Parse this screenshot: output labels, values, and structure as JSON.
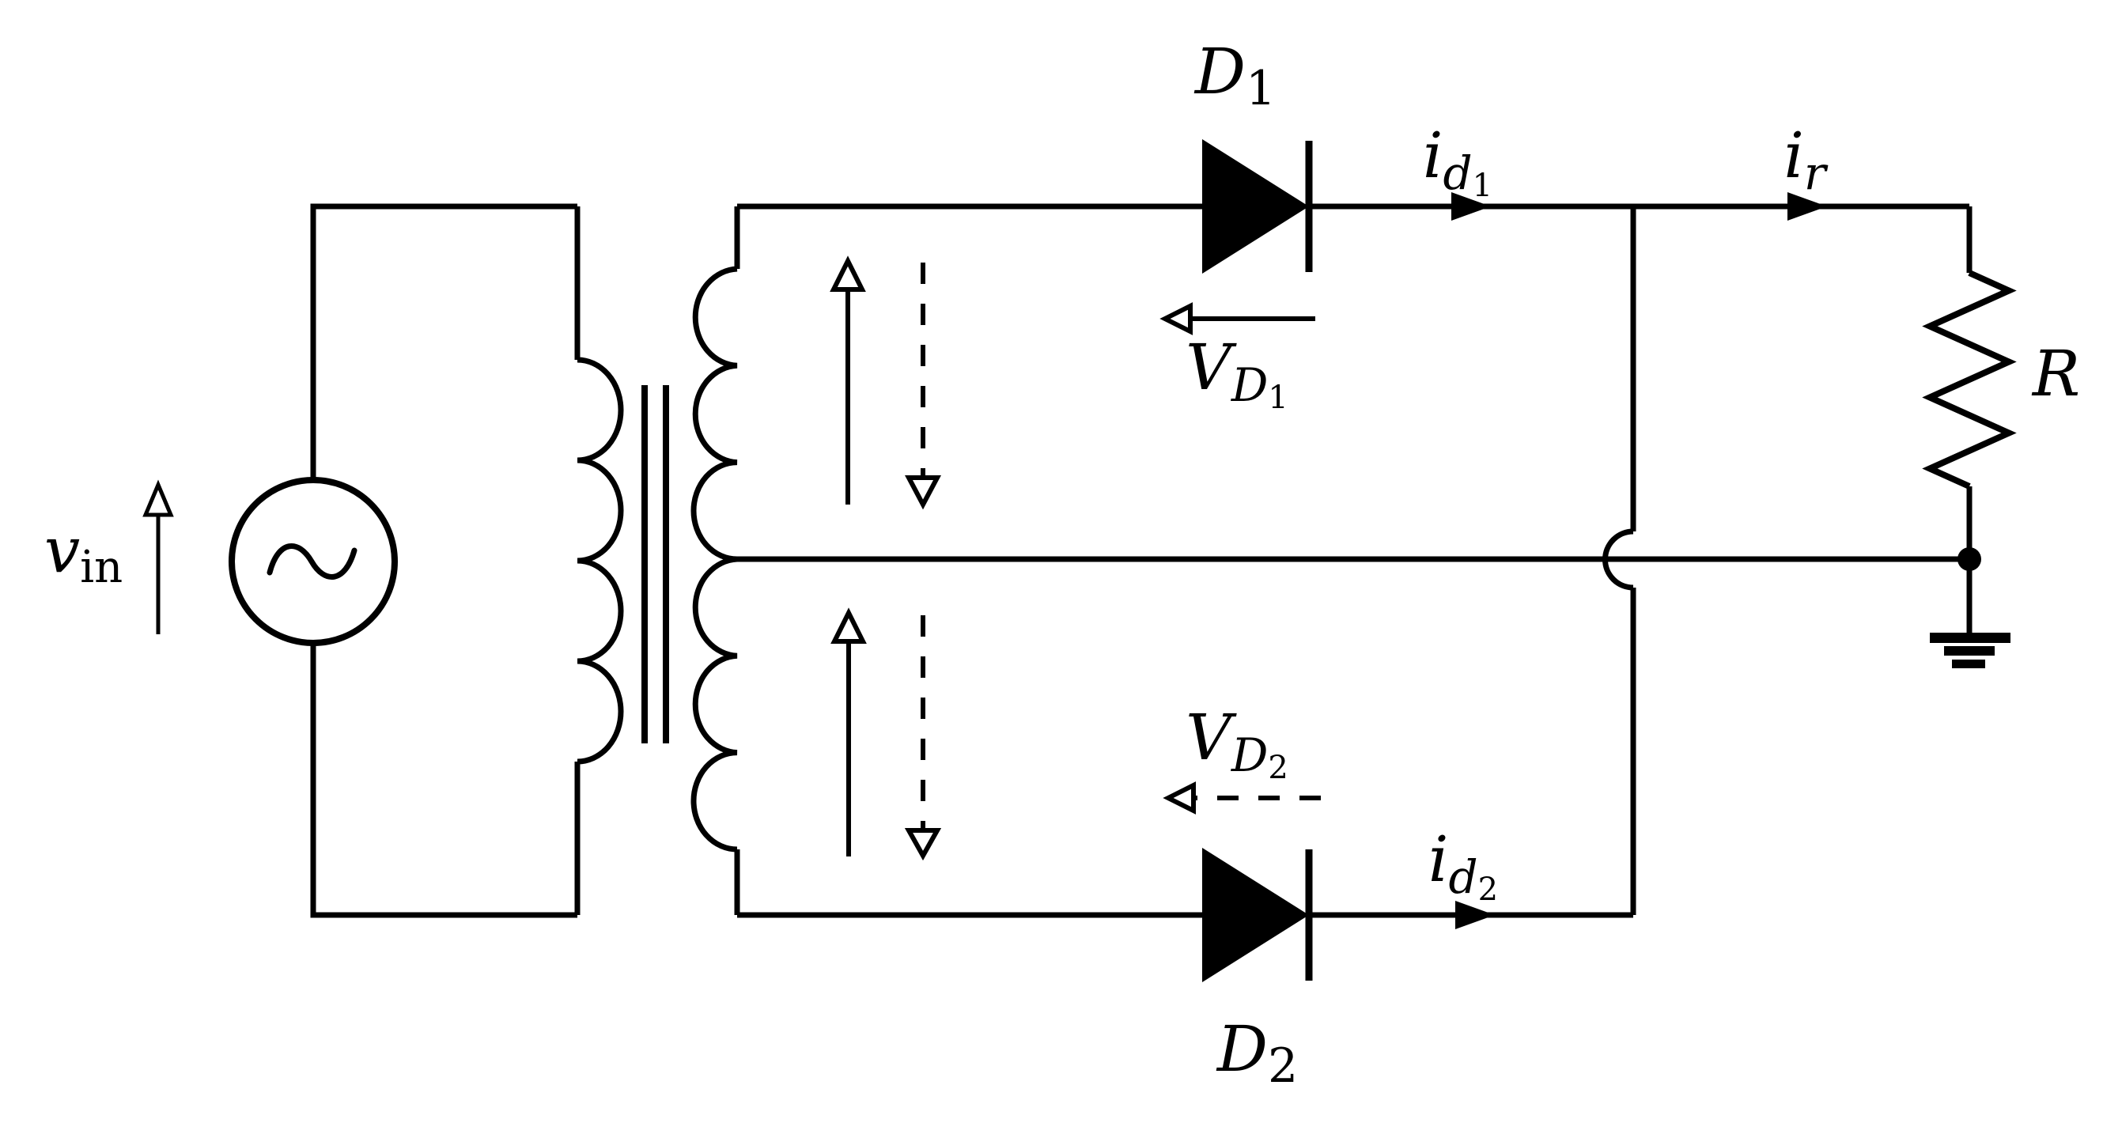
{
  "figure": {
    "background": "#ffffff",
    "ink": "#000000",
    "components": [
      "ac-voltage-source",
      "center-tapped-transformer",
      "diode-d1",
      "diode-d2",
      "resistor-r",
      "ground"
    ]
  },
  "labels": {
    "vin": {
      "base": "v",
      "sub": "in"
    },
    "d1": {
      "base": "D",
      "sub": "1"
    },
    "vd1": {
      "base": "V",
      "sub": "D",
      "subsub": "1"
    },
    "id1": {
      "base": "i",
      "sub": "d",
      "subsub": "1"
    },
    "ir": {
      "base": "i",
      "sub": "r"
    },
    "r": {
      "base": "R"
    },
    "vd2": {
      "base": "V",
      "sub": "D",
      "subsub": "2"
    },
    "id2": {
      "base": "i",
      "sub": "d",
      "subsub": "2"
    },
    "d2": {
      "base": "D",
      "sub": "2"
    }
  }
}
